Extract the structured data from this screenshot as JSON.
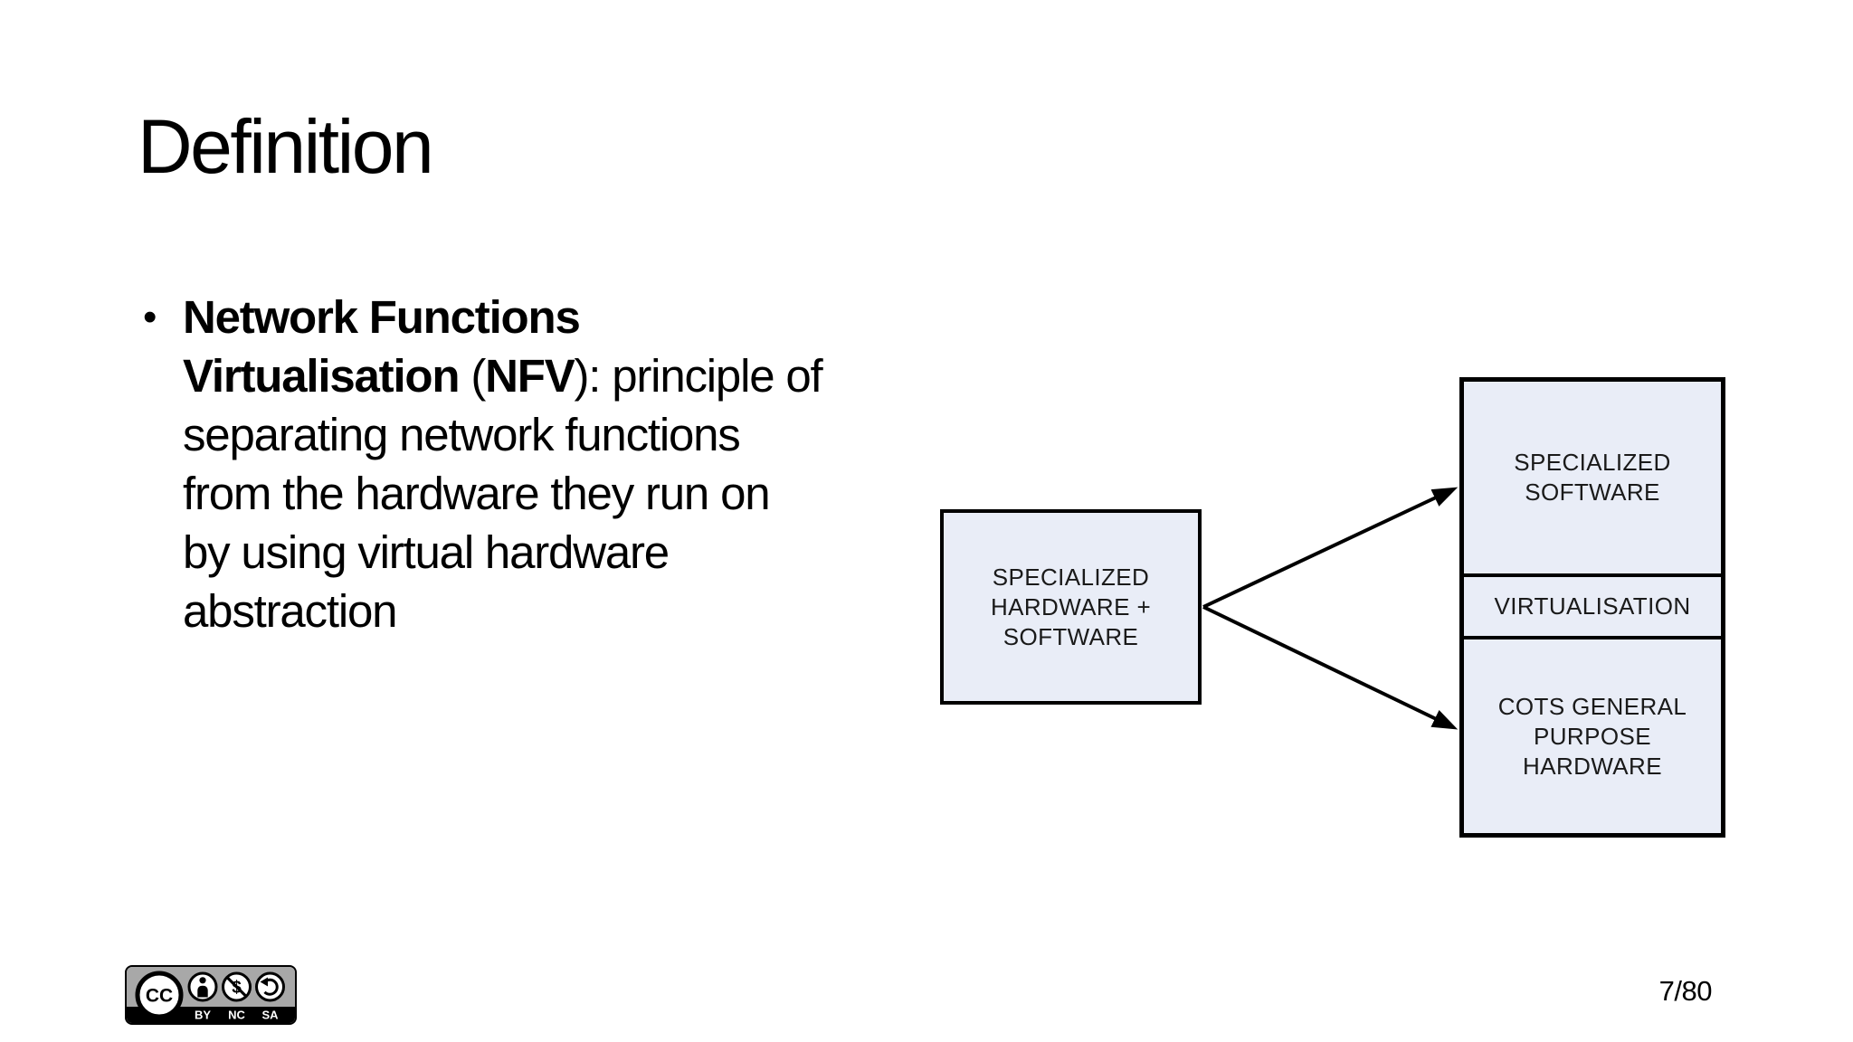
{
  "slide": {
    "title": "Definition",
    "page_number": "7/80",
    "background": "#ffffff"
  },
  "bullet": {
    "marker": "•",
    "lines": [
      [
        {
          "text": "Network Functions",
          "bold": true
        }
      ],
      [
        {
          "text": "Virtualisation ",
          "bold": true
        },
        {
          "text": "(",
          "bold": false
        },
        {
          "text": "NFV",
          "bold": true
        },
        {
          "text": "): principle of",
          "bold": false
        }
      ],
      [
        {
          "text": "separating network functions",
          "bold": false
        }
      ],
      [
        {
          "text": "from the hardware they run on",
          "bold": false
        }
      ],
      [
        {
          "text": "by using virtual hardware",
          "bold": false
        }
      ],
      [
        {
          "text": "abstraction",
          "bold": false
        }
      ]
    ]
  },
  "diagram": {
    "left_box": {
      "lines": [
        "SPECIALIZED",
        "HARDWARE +",
        "SOFTWARE"
      ]
    },
    "stack": {
      "top_box": {
        "lines": [
          "SPECIALIZED",
          "SOFTWARE"
        ]
      },
      "middle_box": {
        "lines": [
          "VIRTUALISATION"
        ]
      },
      "bottom_box": {
        "lines": [
          "COTS GENERAL",
          "PURPOSE",
          "HARDWARE"
        ]
      }
    },
    "colors": {
      "box_fill": "#e9edf7",
      "box_border": "#000000",
      "arrow": "#000000",
      "label_text": "#1a1a1a"
    }
  },
  "license_badge": {
    "cc_label": "CC",
    "nc_symbol": "$",
    "labels": [
      "BY",
      "NC",
      "SA"
    ],
    "icon_names": [
      "cc-icon",
      "attribution-person-icon",
      "non-commercial-no-dollar-icon",
      "share-alike-arrow-icon"
    ],
    "colors": {
      "background": "#a8a8a8",
      "strip": "#000000"
    }
  }
}
